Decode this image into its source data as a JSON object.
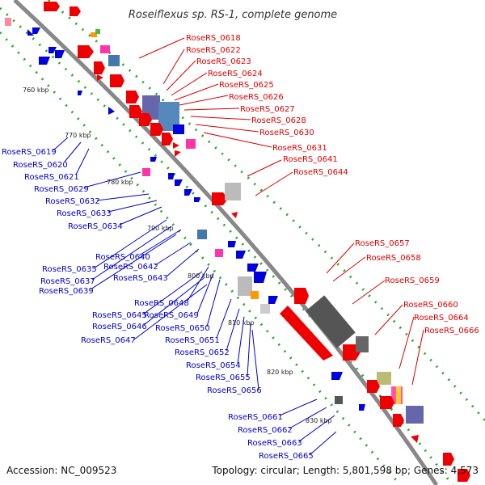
{
  "title": "Roseiflexus sp. RS-1, complete genome",
  "footer": {
    "accession": "Accession: NC_009523",
    "summary": "Topology: circular; Length: 5,801,598 bp; Genes: 4,573"
  },
  "colors": {
    "backbone": "#888888",
    "plus_label": "#dd0000",
    "minus_label": "#0000cc",
    "dots": "#22aa22"
  },
  "scale_labels": [
    "760 kbp",
    "770 kbp",
    "780 kbp",
    "790 kbp",
    "800 kbp",
    "810 kbp",
    "820 kbp",
    "830 kbp"
  ],
  "red_labels": [
    "RoseRS_0618",
    "RoseRS_0622",
    "RoseRS_0623",
    "RoseRS_0624",
    "RoseRS_0625",
    "RoseRS_0626",
    "RoseRS_0627",
    "RoseRS_0628",
    "RoseRS_0630",
    "RoseRS_0631",
    "RoseRS_0641",
    "RoseRS_0644",
    "RoseRS_0657",
    "RoseRS_0658",
    "RoseRS_0659",
    "RoseRS_0660",
    "RoseRS_0664",
    "RoseRS_0666"
  ],
  "blue_labels": [
    "RoseRS_0619",
    "RoseRS_0620",
    "RoseRS_0621",
    "RoseRS_0629",
    "RoseRS_0632",
    "RoseRS_0633",
    "RoseRS_0634",
    "RoseRS_0640",
    "RoseRS_0635",
    "RoseRS_0642",
    "RoseRS_0637",
    "RoseRS_0643",
    "RoseRS_0639",
    "RoseRS_0648",
    "RoseRS_0645",
    "RoseRS_0649",
    "RoseRS_0646",
    "RoseRS_0650",
    "RoseRS_0647",
    "RoseRS_0651",
    "RoseRS_0652",
    "RoseRS_0654",
    "RoseRS_0655",
    "RoseRS_0656",
    "RoseRS_0661",
    "RoseRS_0662",
    "RoseRS_0663",
    "RoseRS_0665"
  ]
}
